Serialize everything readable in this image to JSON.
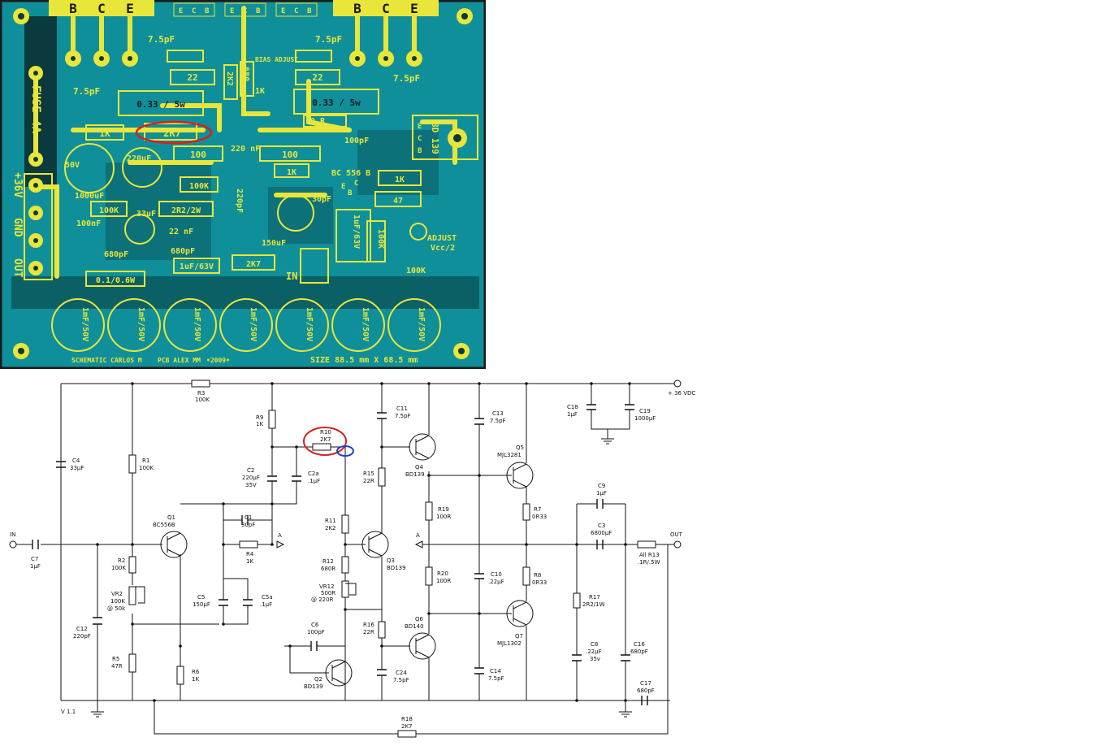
{
  "colors": {
    "pcb_bg": "#0f8f9a",
    "pcb_copper": "#0a3a3d",
    "pcb_silk": "#e8e63a",
    "pcb_border": "#1a1a1a",
    "highlight_red": "#d62020",
    "highlight_blue": "#2040c8",
    "schematic_line": "#111111"
  },
  "pcb": {
    "transistor_top_left_pins": [
      "B",
      "C",
      "E"
    ],
    "transistor_top_right_pins": [
      "B",
      "C",
      "E"
    ],
    "small_transistor_pins": [
      "E",
      "C",
      "B"
    ],
    "bd139_pins": [
      "E",
      "C",
      "B"
    ],
    "bc556_pins": [
      "E",
      "C",
      "B"
    ],
    "labels": {
      "fuse": "FUSE 4A",
      "supply": "+36V",
      "gnd": "GND",
      "out": "OUT",
      "bias_adjust": "BIAS ADJUST",
      "bd139": "BD 139",
      "bc556b": "BC 556 B",
      "adjust": "ADJUST",
      "vcc2": "Vcc/2",
      "in": "IN",
      "cap_50v": "50V",
      "footer_schematic": "SCHEMATIC CARLOS M",
      "footer_pcb": "PCB ALEX MM",
      "footer_year": "•2009•",
      "footer_size": "SIZE 88.5 mm X 68.5 mm"
    },
    "parts": {
      "c_7p5_tl": "7.5pF",
      "c_7p5_tr": "7.5pF",
      "c_7p5_ll": "7.5pF",
      "c_7p5_rr": "7.5pF",
      "r_22_a": "22",
      "r_22_b": "22",
      "r_2k2": "2K2",
      "r_680": "680",
      "r_1k_bias": "1K",
      "r_033_a": "0.33 / 5w",
      "r_033_b": "0.33 / 5w",
      "r_0r": "0 R",
      "r_1k_a": "1K",
      "r_2k7_highlight": "2K7",
      "c_220n": "220 nF",
      "c_100p": "100pF",
      "r_100_a": "100",
      "r_100_b": "100",
      "c_220u": "220uF",
      "r_1k_b": "1K",
      "r_1k_c": "1K",
      "r_100k_a": "100K",
      "r_47": "47",
      "c_1000u": "1000uF",
      "r_100k_b": "100K",
      "c_33u": "33uF",
      "r_2r2": "2R2/2W",
      "c_220p": "220pF",
      "c_30p": "30pF",
      "c_100n": "100nF",
      "c_22n": "22 nF",
      "c_150u": "150uF",
      "c_680p_a": "680pF",
      "c_680p_b": "680pF",
      "c_1u63_a": "1uF/63V",
      "r_2k7": "2K7",
      "c_1u63_b": "1uF/63V",
      "r_100k_c": "100K",
      "pot_100k": "100K",
      "r_01": "0.1/0.6W",
      "bulk_caps": [
        "1mF/50V",
        "1mF/50V",
        "1mF/50V",
        "1mF/50V",
        "1mF/50V",
        "1mF/50V",
        "1mF/50V"
      ]
    }
  },
  "schematic": {
    "version": "V 1.1",
    "supply": "+ 36 VDC",
    "in": "IN",
    "out": "OUT",
    "node_a1": "A",
    "node_a2": "A",
    "components": {
      "r3": [
        "R3",
        "100K"
      ],
      "r9": [
        "R9",
        "1K"
      ],
      "r10": [
        "R10",
        "2K7"
      ],
      "c11": [
        "C11",
        "7.5pF"
      ],
      "c13": [
        "C13",
        "7.5pF"
      ],
      "c18": [
        "C18",
        "1µF"
      ],
      "c19": [
        "C19",
        "1000µF"
      ],
      "c4": [
        "C4",
        "33µF"
      ],
      "r1": [
        "R1",
        "100K"
      ],
      "c2": [
        "C2",
        "220µF",
        "35V"
      ],
      "c2a": [
        "C2a",
        ".1µF"
      ],
      "r15": [
        "R15",
        "22R"
      ],
      "q4": [
        "Q4",
        "BD139"
      ],
      "q5": [
        "Q5",
        "MJL3281"
      ],
      "c9": [
        "C9",
        "1µF"
      ],
      "r19": [
        "R19",
        "100R"
      ],
      "r7": [
        "R7",
        "0R33"
      ],
      "q1": [
        "Q1",
        "BC556B"
      ],
      "c1": [
        "C1",
        "30pF"
      ],
      "r11": [
        "R11",
        "2K2"
      ],
      "c3": [
        "C3",
        "6800µF"
      ],
      "r13": [
        "All R13",
        ".1R/.5W"
      ],
      "c7": [
        "C7",
        "1µF"
      ],
      "r4": [
        "R4",
        "1K"
      ],
      "r12": [
        "R12",
        "680R"
      ],
      "q3": [
        "Q3",
        "BD139"
      ],
      "r2": [
        "R2",
        "100K"
      ],
      "vr12": [
        "VR12",
        "500R",
        "@ 220R"
      ],
      "r20": [
        "R20",
        "100R"
      ],
      "c10": [
        "C10",
        ".22µF"
      ],
      "r8": [
        "R8",
        "0R33"
      ],
      "vr2": [
        "VR2",
        "100K",
        "@ 50k"
      ],
      "c5": [
        "C5",
        "150µF"
      ],
      "c5a": [
        "C5a",
        ".1µF"
      ],
      "r17": [
        "R17",
        "2R2/1W"
      ],
      "c12": [
        "C12",
        "220pF"
      ],
      "r16": [
        "R16",
        "22R"
      ],
      "q6": [
        "Q6",
        "BD140"
      ],
      "q7": [
        "Q7",
        "MJL1302"
      ],
      "c6": [
        "C6",
        "100pF"
      ],
      "c8": [
        "C8",
        ".22µF",
        "35v"
      ],
      "c16": [
        "C16",
        "680pF"
      ],
      "r5": [
        "R5",
        "47R"
      ],
      "r6": [
        "R6",
        "1K"
      ],
      "q2": [
        "Q2",
        "BD139"
      ],
      "c24": [
        "C24",
        "7.5pF"
      ],
      "c14": [
        "C14",
        "7.5pF"
      ],
      "c17": [
        "C17",
        "680pF"
      ],
      "r18": [
        "R18",
        "2K7"
      ]
    }
  }
}
